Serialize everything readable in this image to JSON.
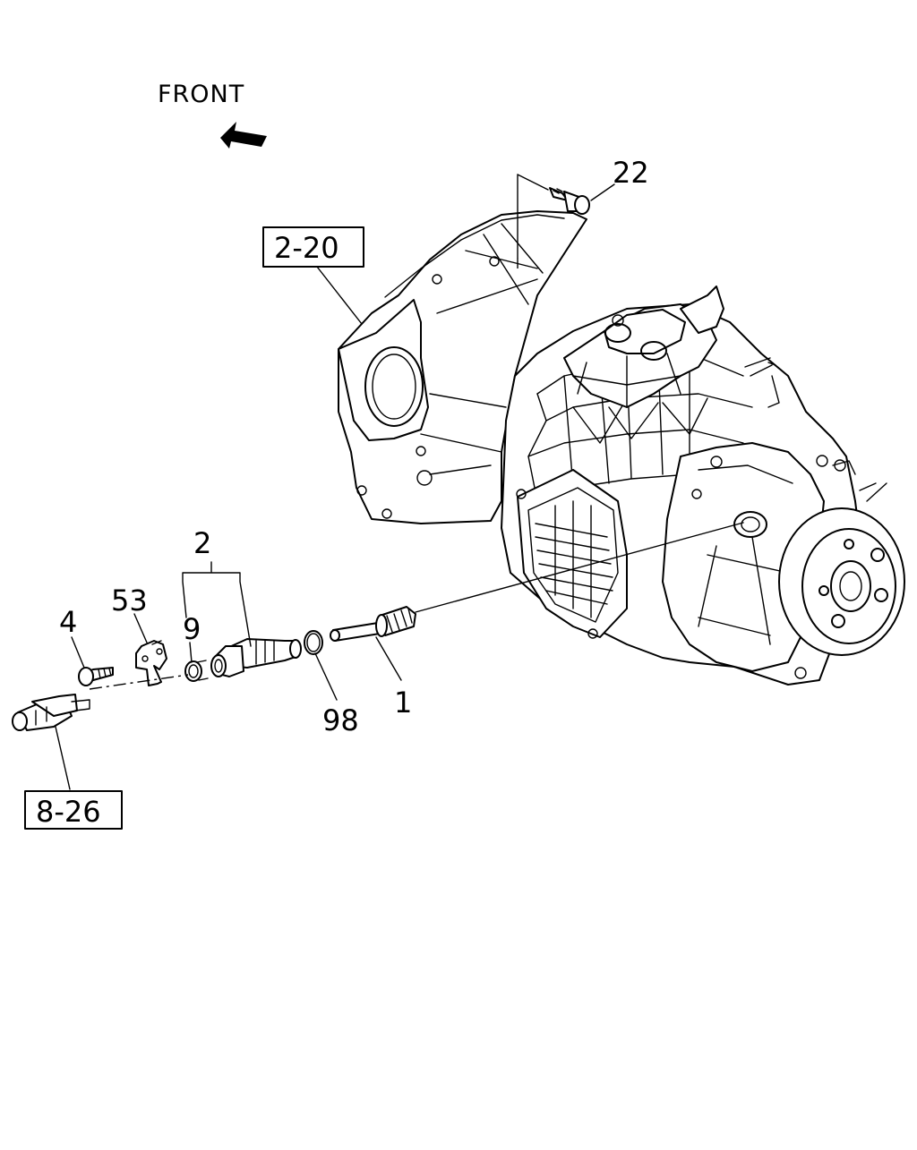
{
  "diagram": {
    "direction_label": "FRONT",
    "callouts": {
      "bolt_top": "22",
      "housing_ref": "2-20",
      "speedo_assembly": "2",
      "bracket": "53",
      "bolt": "4",
      "seal": "9",
      "o_ring": "98",
      "driven_gear": "1",
      "sensor_ref": "8-26"
    },
    "colors": {
      "line": "#000000",
      "background": "#ffffff"
    }
  }
}
